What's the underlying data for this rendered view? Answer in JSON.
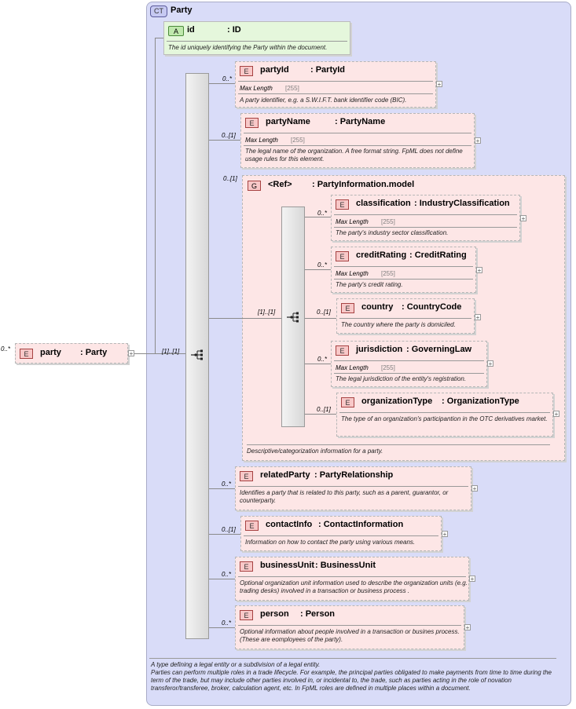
{
  "complex_type": {
    "badge": "CT",
    "name": "Party"
  },
  "root": {
    "cardinality": "0..*",
    "badge": "E",
    "name": "party",
    "type": ": Party",
    "seq_cardinality": "[1]..[1]"
  },
  "attribute": {
    "badge": "A",
    "name": "id",
    "type": ": ID",
    "doc": "The id uniquely identifying the Party within the document."
  },
  "elements": [
    {
      "cardinality": "0..*",
      "badge": "E",
      "name": "partyId",
      "type": ": PartyId",
      "facet": "Max Length",
      "facet_value": "[255]",
      "doc": "A party identifier, e.g. a S.W.I.F.T. bank identifier code (BIC)."
    },
    {
      "cardinality": "0..[1]",
      "badge": "E",
      "name": "partyName",
      "type": ": PartyName",
      "facet": "Max Length",
      "facet_value": "[255]",
      "doc": "The legal name of the organization. A free format string. FpML does not define usage rules for this element."
    },
    {
      "cardinality": "0..*",
      "badge": "E",
      "name": "relatedParty",
      "type": ": PartyRelationship",
      "doc": "Identifies a party that is related to this party, such as a parent, guarantor, or counterparty."
    },
    {
      "cardinality": "0..[1]",
      "badge": "E",
      "name": "contactInfo",
      "type": ": ContactInformation",
      "doc": "Information on how to contact the party using various means."
    },
    {
      "cardinality": "0..*",
      "badge": "E",
      "name": "businessUnit",
      "type": ": BusinessUnit",
      "doc": "Optional organization unit information used to describe the organization units (e.g. trading desks) involved in a transaction or business process ."
    },
    {
      "cardinality": "0..*",
      "badge": "E",
      "name": "person",
      "type": ": Person",
      "doc": "Optional information about people involved in a transaction or busines process. (These are eomployees of the party)."
    }
  ],
  "group": {
    "cardinality": "0..[1]",
    "badge": "G",
    "name": "<Ref>",
    "type": ": PartyInformation.model",
    "seq_cardinality": "[1]..[1]",
    "doc": "Descriptive/categorization information for a party.",
    "elements": [
      {
        "cardinality": "0..*",
        "badge": "E",
        "name": "classification",
        "type": ": IndustryClassification",
        "facet": "Max Length",
        "facet_value": "[255]",
        "doc": "The party's industry sector classification."
      },
      {
        "cardinality": "0..*",
        "badge": "E",
        "name": "creditRating",
        "type": ": CreditRating",
        "facet": "Max Length",
        "facet_value": "[255]",
        "doc": "The party's credit rating."
      },
      {
        "cardinality": "0..[1]",
        "badge": "E",
        "name": "country",
        "type": ": CountryCode",
        "doc": "The country where the party is domiciled."
      },
      {
        "cardinality": "0..*",
        "badge": "E",
        "name": "jurisdiction",
        "type": ": GoverningLaw",
        "facet": "Max Length",
        "facet_value": "[255]",
        "doc": "The legal jurisdiction of the entity's registration."
      },
      {
        "cardinality": "0..[1]",
        "badge": "E",
        "name": "organizationType",
        "type": ": OrganizationType",
        "doc": "The type of an organization's participantion in the OTC derivatives market."
      }
    ]
  },
  "footer_doc": "A type defining a legal entity or a subdivision of a legal entity.\nParties can perform multiple roles in a trade lifecycle. For example, the principal parties obligated to make payments from time to time during the term of the trade, but may include other parties involved in, or incidental to, the trade, such as parties acting in the role of novation transferor/transferee, broker, calculation agent, etc. In FpML roles are defined in multiple places within a document.",
  "icons": {
    "sequence": "sequence-icon",
    "expand": "expand-plus-icon"
  }
}
